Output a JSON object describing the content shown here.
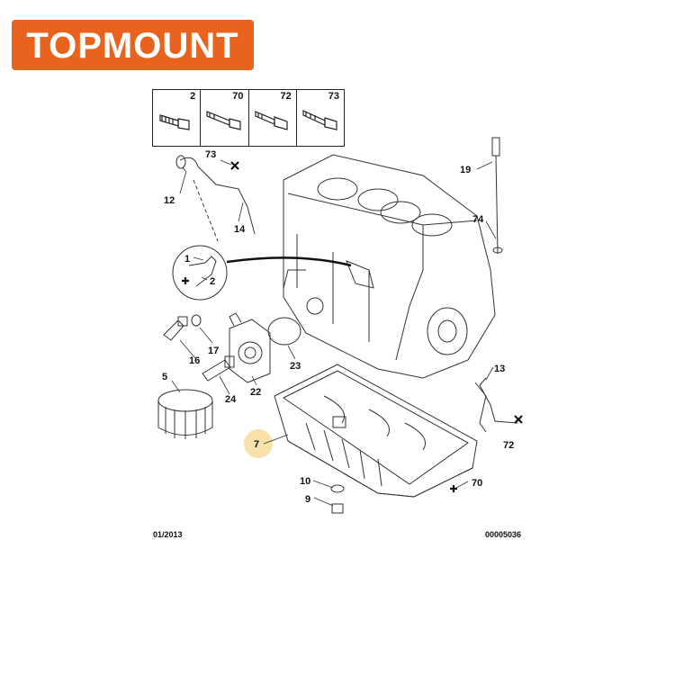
{
  "logo": {
    "text": "TOPMOUNT",
    "color": "#e8641e"
  },
  "parts_table": [
    {
      "ref": "2",
      "icon": "bolt-icon"
    },
    {
      "ref": "70",
      "icon": "bolt-icon"
    },
    {
      "ref": "72",
      "icon": "bolt-icon"
    },
    {
      "ref": "73",
      "icon": "bolt-icon"
    }
  ],
  "callouts": {
    "c1": "1",
    "c2": "2",
    "c5": "5",
    "c7": "7",
    "c9": "9",
    "c10": "10",
    "c12": "12",
    "c13": "13",
    "c14": "14",
    "c16": "16",
    "c17": "17",
    "c19": "19",
    "c22": "22",
    "c23": "23",
    "c24": "24",
    "c70": "70",
    "c72": "72",
    "c73": "73",
    "c74": "74"
  },
  "footer": {
    "date": "01/2013",
    "reference": "00005036"
  },
  "highlight_color": "#f7dc9c"
}
